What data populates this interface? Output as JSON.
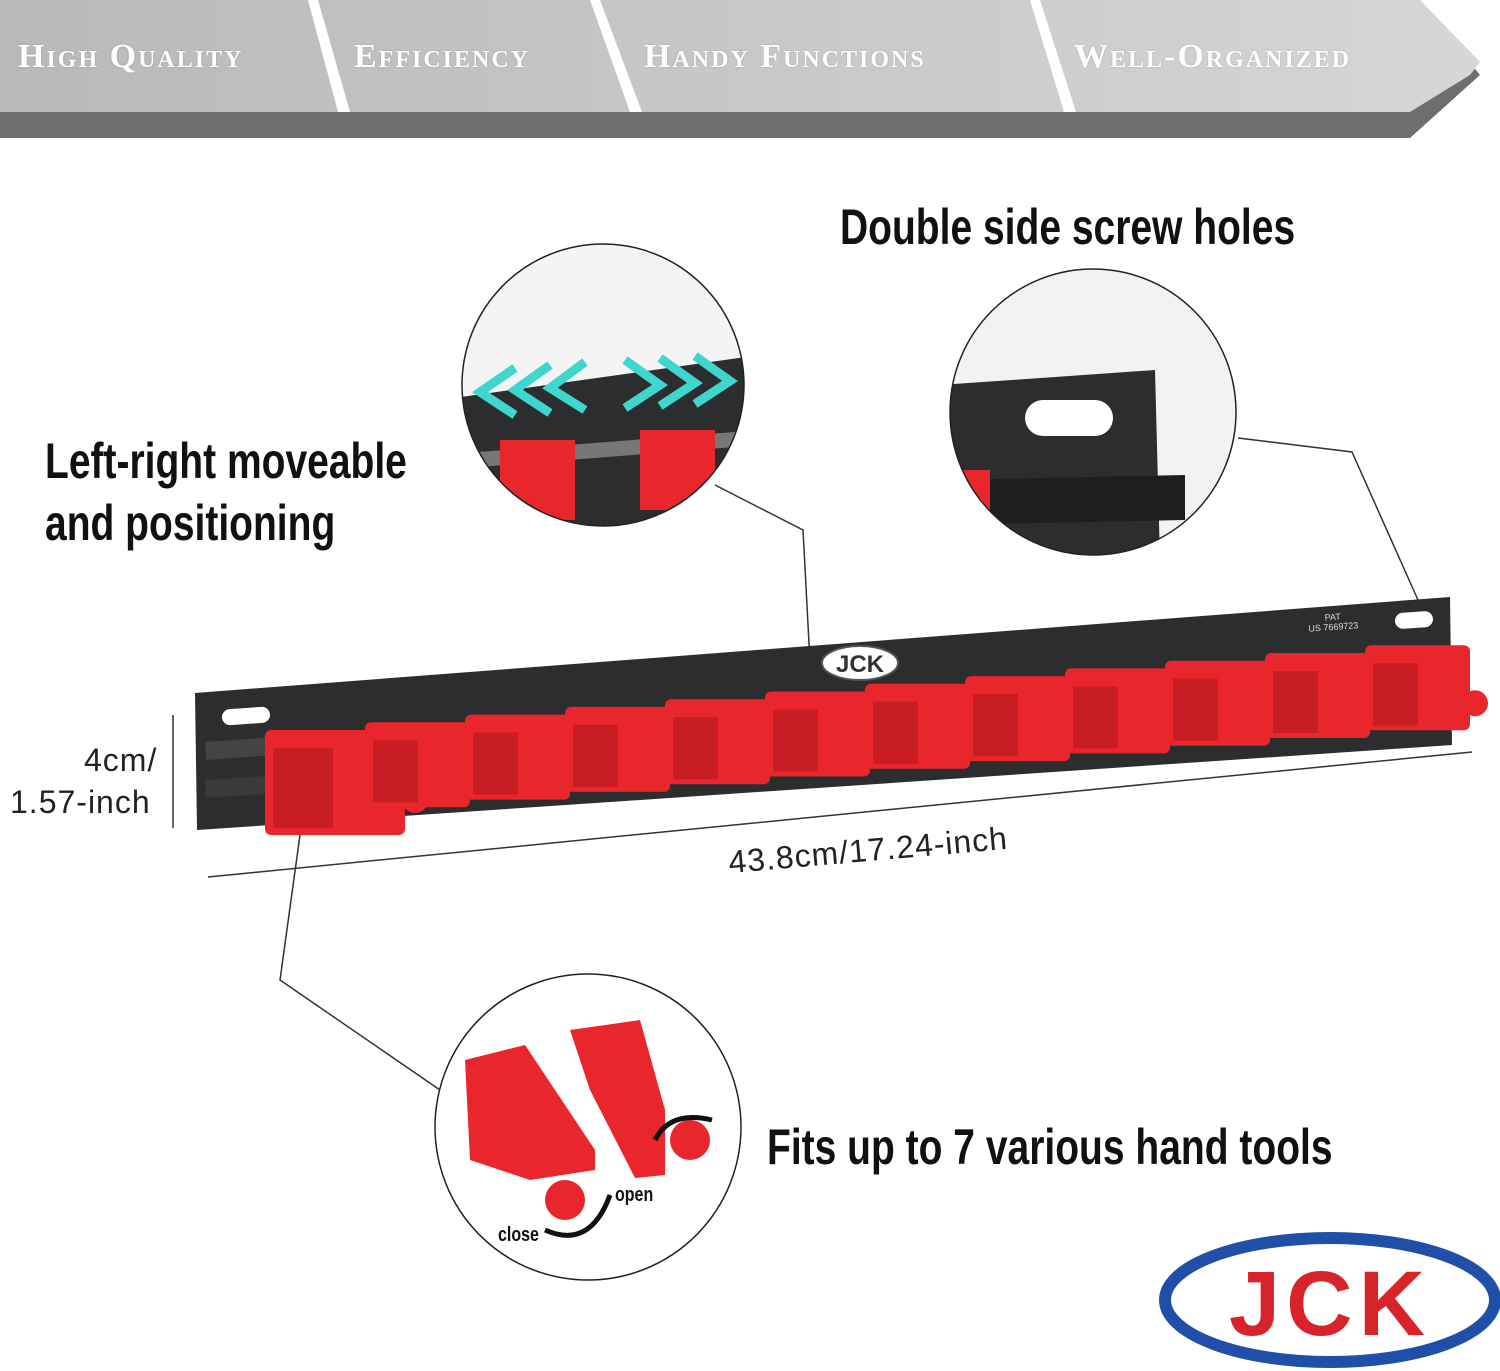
{
  "banner": {
    "items": [
      "High Quality",
      "Efficiency",
      "Handy Functions",
      "Well-Organized"
    ]
  },
  "callouts": {
    "moveable_line1": "Left-right moveable",
    "moveable_line2": "and positioning",
    "screw_holes": "Double side screw holes",
    "fits": "Fits up to 7 various hand tools"
  },
  "dimensions": {
    "height_line1": "4cm/",
    "height_line2": "1.57-inch",
    "length": "43.8cm/17.24-inch"
  },
  "rail": {
    "brand": "JCK",
    "pat_line1": "PAT",
    "pat_line2": "US 7669723"
  },
  "clip_detail": {
    "open": "open",
    "close": "close"
  },
  "logo": {
    "text": "JCK"
  },
  "colors": {
    "red": "#e8262b",
    "rail": "#2b2d2f",
    "banner": "#c4c4c4",
    "banner_dark": "#6e6e6e",
    "arrows": "#3fd6cf",
    "logo_blue": "#1f4fa8",
    "logo_red": "#d9232a"
  }
}
